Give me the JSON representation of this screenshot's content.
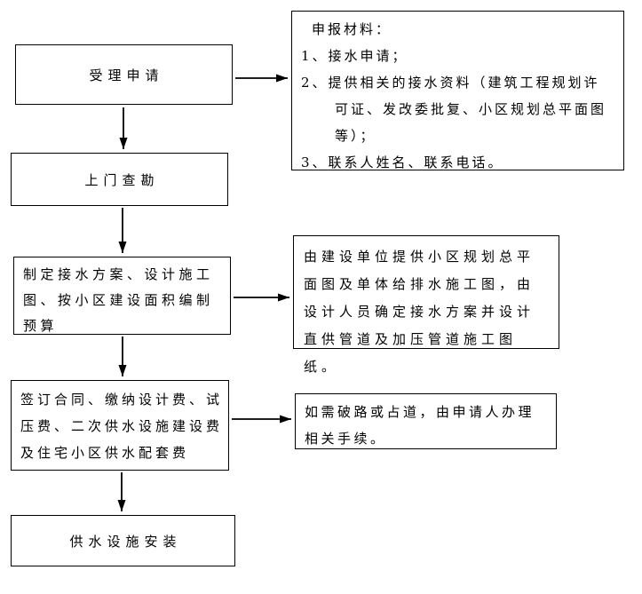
{
  "colors": {
    "ink": "#000000",
    "background": "#ffffff"
  },
  "steps": {
    "accept": "受理申请",
    "survey": "上门查勘",
    "plan": "制定接水方案、设计施工图、按小区建设面积编制预算",
    "contract": "签订合同、缴纳设计费、试压费、二次供水设施建设费及住宅小区供水配套费",
    "install": "供水设施安装"
  },
  "notes": {
    "materials": {
      "title": "申报材料：",
      "items": [
        "1、接水申请；",
        "2、提供相关的接水资料（建筑工程规划许可证、发改委批复、小区规划总平面图等）；",
        "3、联系人姓名、联系电话。"
      ]
    },
    "design": "由建设单位提供小区规划总平面图及单体给排水施工图，由设计人员确定接水方案并设计直供管道及加压管道施工图纸。",
    "road": "如需破路或占道，由申请人办理相关手续。"
  }
}
